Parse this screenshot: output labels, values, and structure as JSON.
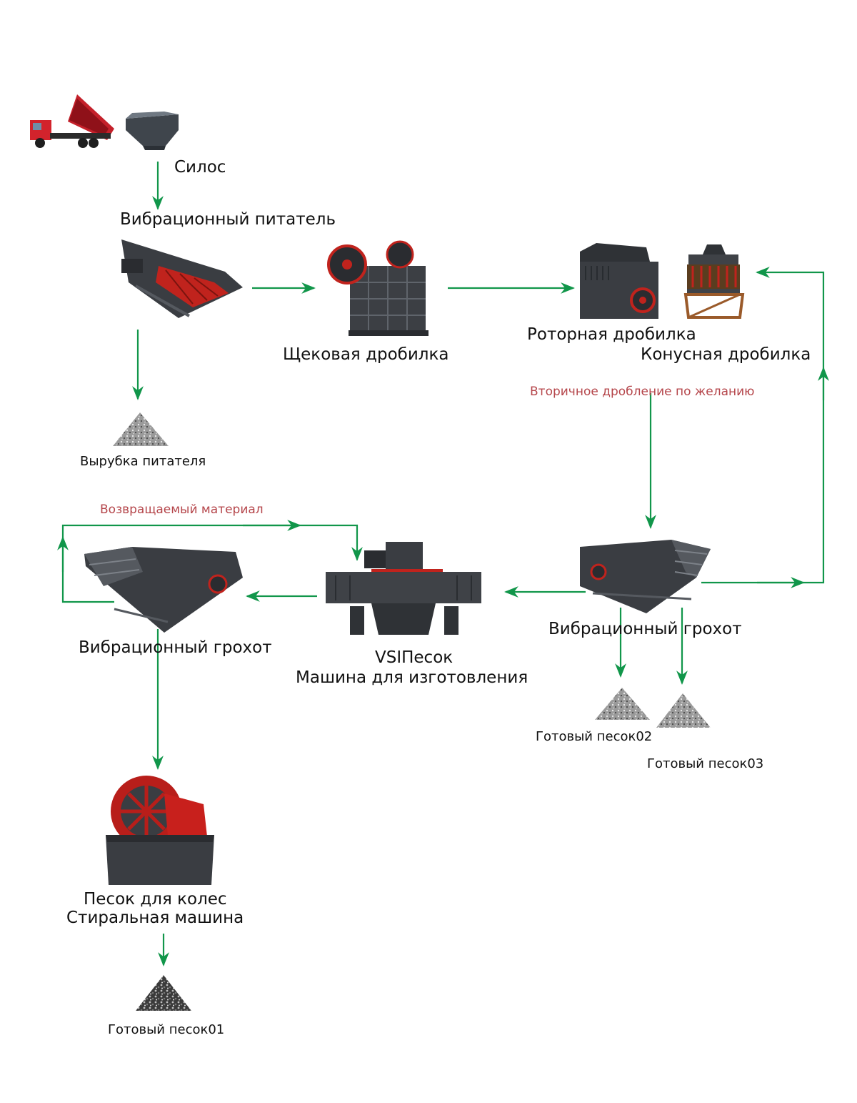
{
  "labels": {
    "silo": "Силос",
    "vibrating_feeder": "Вибрационный питатель",
    "jaw_crusher": "Щековая дробилка",
    "rotor_crusher": "Роторная дробилка",
    "cone_crusher": "Конусная дробилка",
    "secondary_note": "Вторичное дробление по желанию",
    "feeder_cut": "Вырубка питателя",
    "return_note": "Возвращаемый материал",
    "vsi_line1": "VSIПесок",
    "vsi_line2": "Машина для изготовления",
    "screen_left": "Вибрационный грохот",
    "screen_right": "Вибрационный грохот",
    "washer_line1": "Песок для колес",
    "washer_line2": "Стиральная машина",
    "sand01": "Готовый песок01",
    "sand02": "Готовый песок02",
    "sand03": "Готовый песок03"
  },
  "colors": {
    "arrow": "#11964a",
    "note": "#b5464b",
    "machine_dark": "#3a3c40",
    "machine_red": "#c8201c"
  }
}
